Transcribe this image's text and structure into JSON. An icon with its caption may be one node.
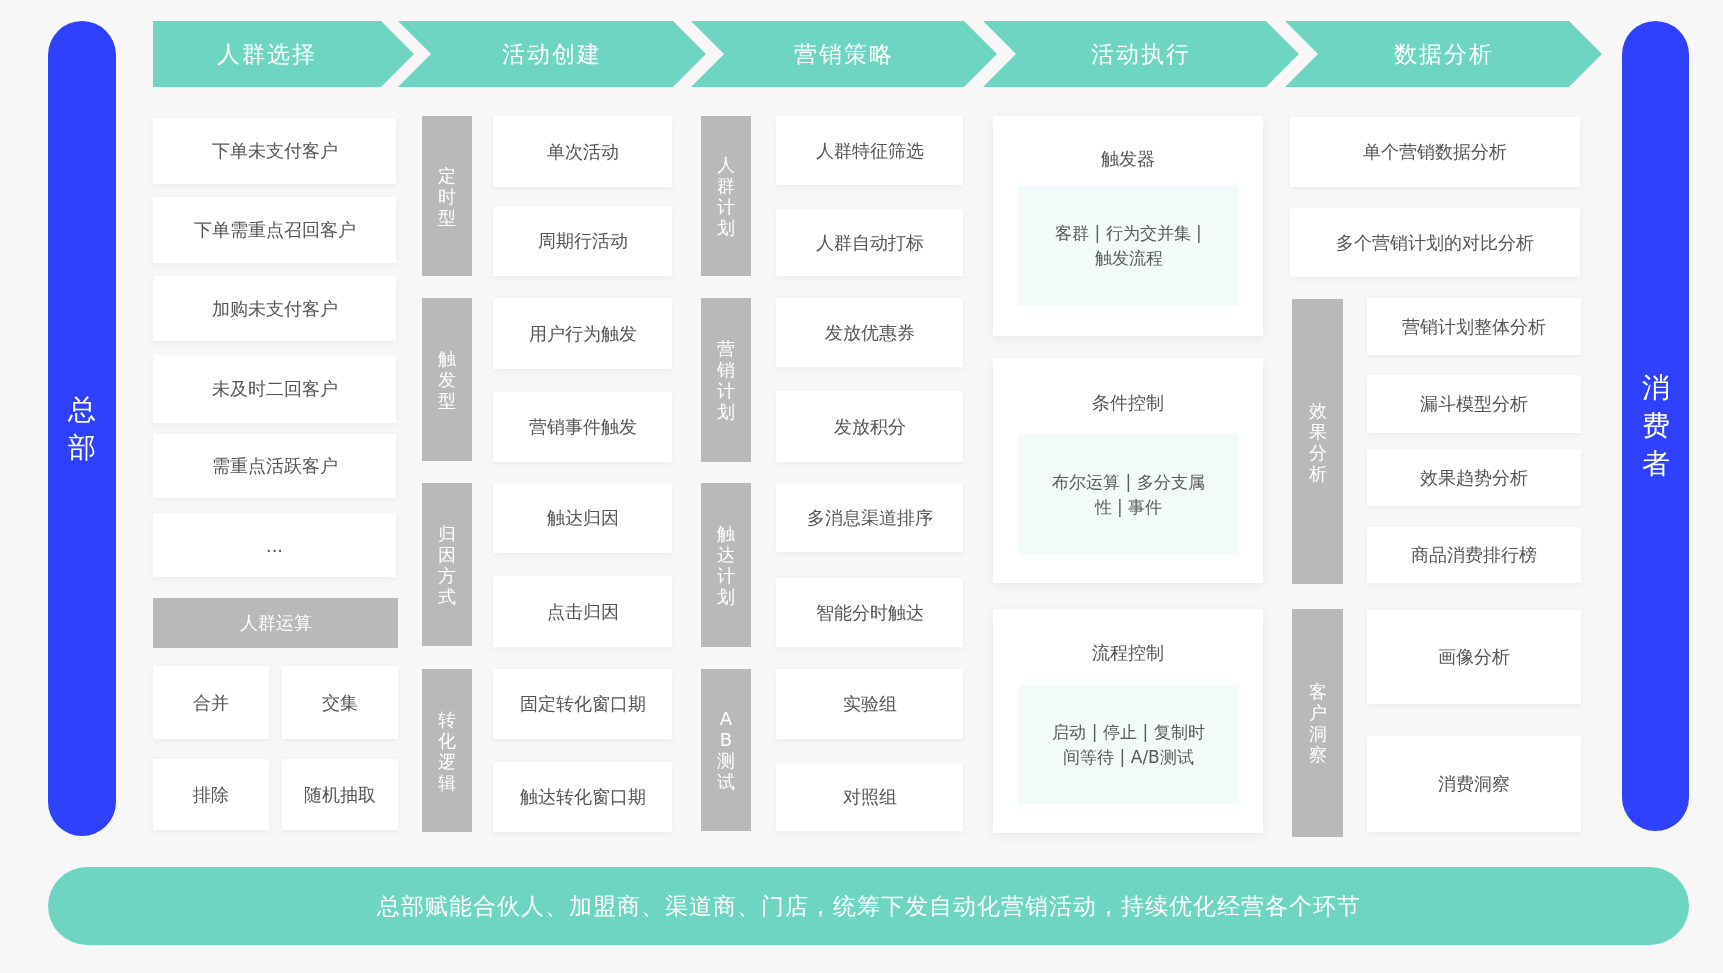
{
  "diagram": {
    "nodes": [
      {
        "text": [
          "总部"
        ]
      },
      {
        "text": [
          "人群选择"
        ]
      },
      {
        "text": [
          "活动创建"
        ]
      },
      {
        "text": [
          "营销策略"
        ]
      },
      {
        "text": [
          "活动执行"
        ]
      },
      {
        "text": [
          "数据分析"
        ]
      },
      {
        "text": [
          "下单未支付客户"
        ]
      },
      {
        "text": [
          "下单需重点召回客户"
        ]
      },
      {
        "text": [
          "加购未支付客户"
        ]
      },
      {
        "text": [
          "未及时二回客户"
        ]
      },
      {
        "text": [
          "需重点活跃客户"
        ]
      },
      {
        "text": [
          "..."
        ]
      },
      {
        "text": [
          "人群运算"
        ]
      },
      {
        "text": [
          "合并"
        ]
      },
      {
        "text": [
          "交集"
        ]
      },
      {
        "text": [
          "排除"
        ]
      },
      {
        "text": [
          "随机抽取"
        ]
      },
      {
        "text": [
          "定时型"
        ]
      },
      {
        "text": [
          "单次活动"
        ]
      },
      {
        "text": [
          "周期行活动"
        ]
      },
      {
        "text": [
          "触发型"
        ]
      },
      {
        "text": [
          "用户行为触发"
        ]
      },
      {
        "text": [
          "营销事件触发"
        ]
      },
      {
        "text": [
          "归因方式"
        ]
      },
      {
        "text": [
          "触达归因"
        ]
      },
      {
        "text": [
          "点击归因"
        ]
      },
      {
        "text": [
          "转化逻辑"
        ]
      },
      {
        "text": [
          "固定转化窗口期"
        ]
      },
      {
        "text": [
          "触达转化窗口期"
        ]
      },
      {
        "text": [
          "人群计划"
        ]
      },
      {
        "text": [
          "人群特征筛选"
        ]
      },
      {
        "text": [
          "人群自动打标"
        ]
      },
      {
        "text": [
          "营销计划"
        ]
      },
      {
        "text": [
          "发放优惠券"
        ]
      },
      {
        "text": [
          "发放积分"
        ]
      },
      {
        "text": [
          "触达计划"
        ]
      },
      {
        "text": [
          "多消息渠道排序"
        ]
      },
      {
        "text": [
          "智能分时触达"
        ]
      },
      {
        "text": [
          "AB测试"
        ]
      },
      {
        "text": [
          "实验组"
        ]
      },
      {
        "text": [
          "对照组"
        ]
      },
      {
        "text": [
          "触发器"
        ]
      },
      {
        "text": [
          "客群 | 行为交并集 | 触发流程"
        ],
        "in": 41
      },
      {
        "text": [
          "条件控制"
        ]
      },
      {
        "text": [
          "布尔运算 | 多分支属性 | 事件"
        ],
        "in": 43
      },
      {
        "text": [
          "流程控制"
        ]
      },
      {
        "text": [
          "启动 | 停止 | 复制时间等待 | A/B测试"
        ],
        "in": 45
      },
      {
        "text": [
          "单个营销数据分析"
        ]
      },
      {
        "text": [
          "多个营销计划的对比分析"
        ]
      },
      {
        "text": [
          "效果分析"
        ]
      },
      {
        "text": [
          "营销计划整体分析"
        ]
      },
      {
        "text": [
          "漏斗模型分析"
        ]
      },
      {
        "text": [
          "效果趋势分析"
        ]
      },
      {
        "text": [
          "商品消费排行榜"
        ]
      },
      {
        "text": [
          "客户洞察"
        ]
      },
      {
        "text": [
          "画像分析"
        ]
      },
      {
        "text": [
          "消费洞察"
        ]
      },
      {
        "text": [
          "消费者"
        ]
      },
      {
        "text": [
          "总部赋能合伙人、加盟商、渠道商、门店，统筹下发自动化营销活动，持续优化经营各个环节"
        ]
      }
    ]
  }
}
